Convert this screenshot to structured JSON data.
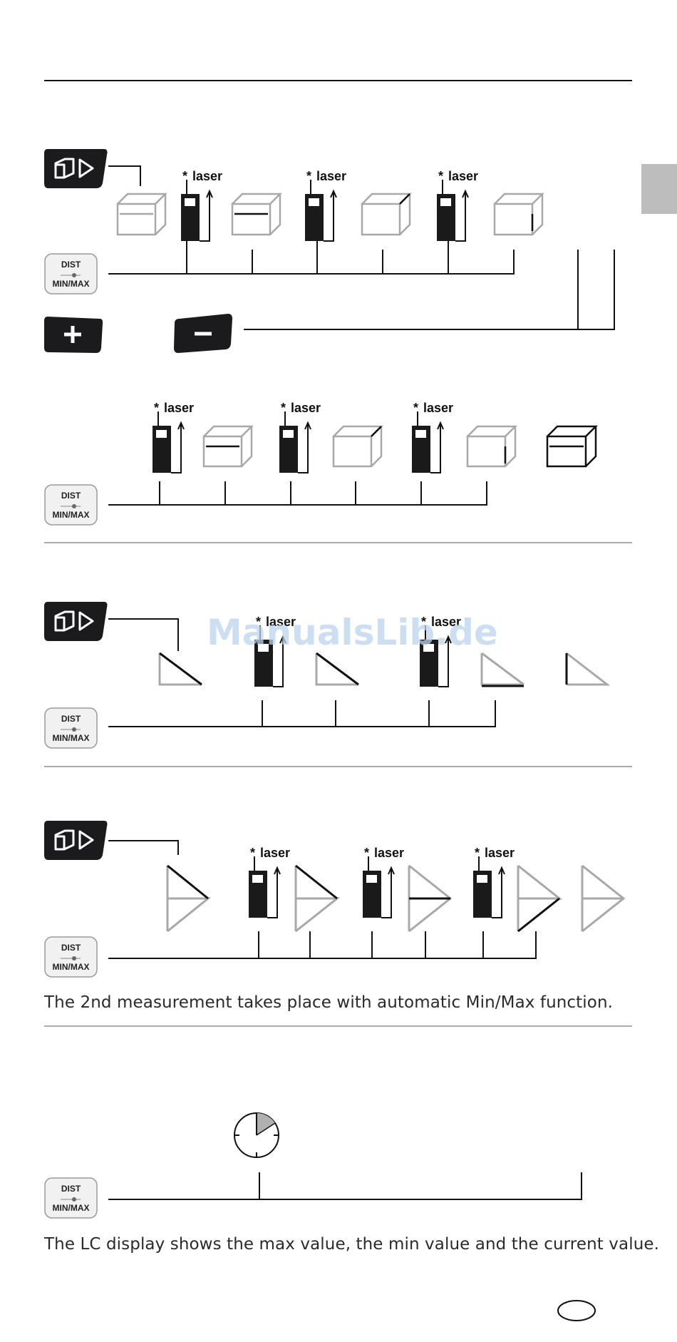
{
  "labels": {
    "laser": "laser",
    "dist": "DIST",
    "minmax": "MIN/MAX",
    "watermark": "ManualsLib.de"
  },
  "captions": {
    "minmax": "The 2nd measurement takes place with automatic Min/Max function.",
    "lc_display": "The LC display shows the max value, the min value and the current value."
  },
  "colors": {
    "button_dark": "#1b1b1e",
    "device_body": "#1a1a1a",
    "shape_gray": "#a8a8a8",
    "shape_active": "#111111",
    "side_tab": "#bdbdbd",
    "clock_fill": "#b0b0b0"
  },
  "icons": {
    "mode_button": "measurement-mode-icon",
    "plus_button": "plus-icon",
    "minus_button": "minus-icon",
    "dist_button": "dist-minmax-button",
    "timer": "clock-icon"
  }
}
